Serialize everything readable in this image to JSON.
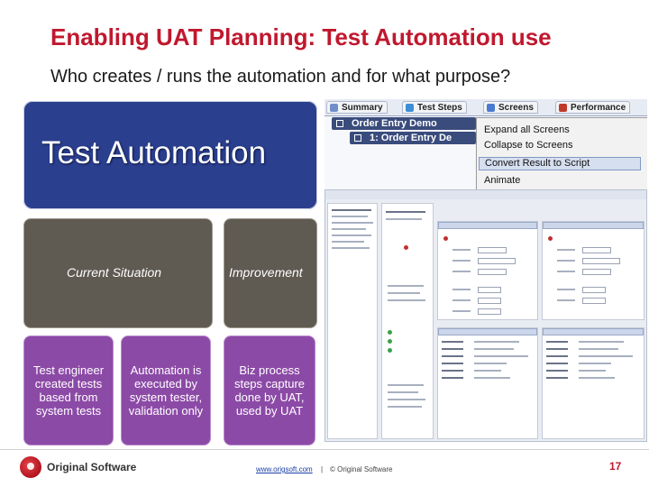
{
  "slide": {
    "title": "Enabling UAT Planning: Test Automation use",
    "subtitle": "Who creates / runs the automation and for what purpose?"
  },
  "diagram": {
    "header": "Test Automation",
    "columns": {
      "left_label": "Current Situation",
      "right_label": "Improvement"
    },
    "cells": [
      "Test engineer created tests based from system tests",
      "Automation is executed by system tester, validation only",
      "Biz process steps capture done by UAT, used by UAT"
    ]
  },
  "screenshot": {
    "tabs": [
      "Summary",
      "Test Steps",
      "Screens",
      "Performance"
    ],
    "tree_items": [
      "Order Entry Demo",
      "1: Order Entry De"
    ],
    "context_menu": [
      "Expand all Screens",
      "Collapse to Screens",
      "Convert Result to Script",
      "Animate"
    ],
    "selected_menu_item": "Convert Result to Script"
  },
  "footer": {
    "brand": "Original Software",
    "link": "www.origsoft.com",
    "separator": "|",
    "copyright": "© Original Software",
    "page_number": "17"
  },
  "colors": {
    "title": "#c0182e",
    "header_box": "#2b3f8f",
    "gray_box": "#5f5a52",
    "purple_box": "#8c4aa7"
  },
  "icons": [
    "original-software-logo-icon"
  ]
}
